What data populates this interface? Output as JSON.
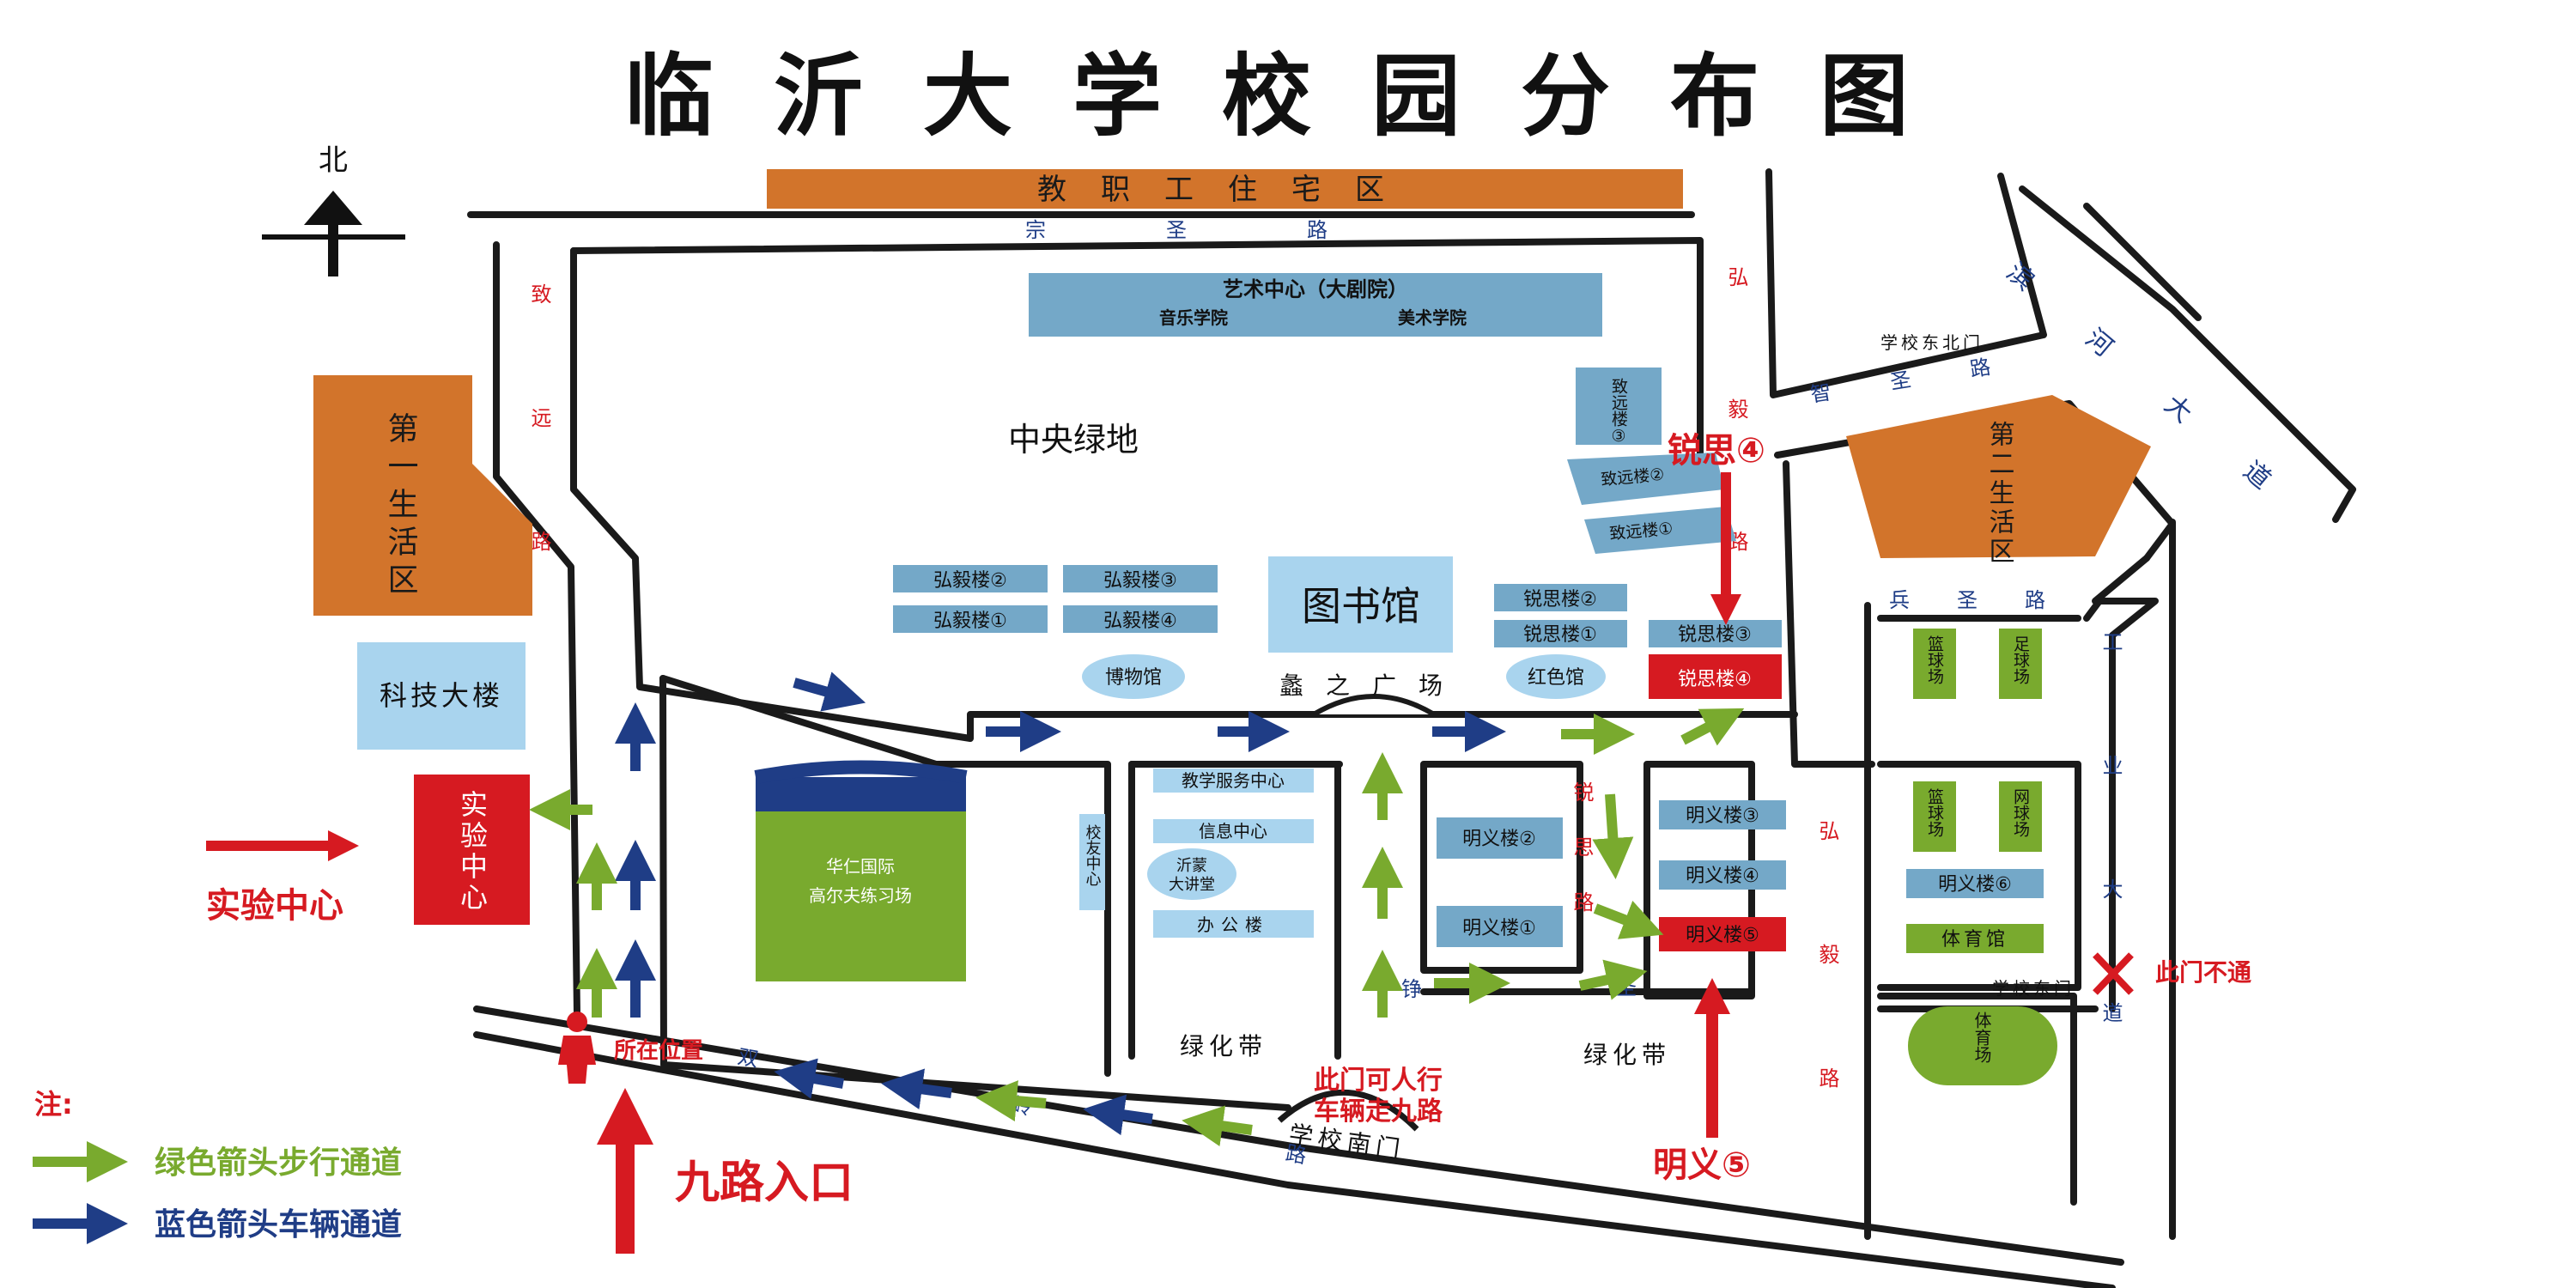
{
  "map": {
    "title": "临沂大学校园分布图",
    "north": "北",
    "colors": {
      "orange": "#d2742b",
      "light_blue": "#a9d4ee",
      "steel_blue": "#74a8c8",
      "red": "#d61a21",
      "green": "#79aa2e",
      "navy": "#1f3d86",
      "road_text": "#1f3d86",
      "red_text": "#d61a21"
    }
  },
  "areas": {
    "staff_housing": "教职工住宅区",
    "arts_center": "艺术中心（大剧院）",
    "music_school": "音乐学院",
    "art_school": "美术学院",
    "central_green": "中央绿地",
    "library": "图书馆",
    "museum": "博物馆",
    "red_hall": "红色馆",
    "plaza": "蠡之广场",
    "living1": "第一生活区",
    "living2": "第二生活区",
    "tech_building": "科技大楼",
    "lab_center": "实验中心",
    "golf": "华仁国际高尔夫练习场",
    "teaching_service": "教学服务中心",
    "info_center": "信息中心",
    "yimeng_hall": "沂蒙大讲堂",
    "office": "办公楼",
    "alumni": "校友中心",
    "green_belt": "绿化带",
    "gym": "体育馆",
    "stadium": "体育场",
    "basketball": "篮球场",
    "football": "足球场",
    "tennis": "网球场"
  },
  "buildings": {
    "hongyi": [
      "弘毅楼①",
      "弘毅楼②",
      "弘毅楼③",
      "弘毅楼④"
    ],
    "ruisi": [
      "锐思楼①",
      "锐思楼②",
      "锐思楼③",
      "锐思楼④"
    ],
    "zhiyuan": [
      "致远楼①",
      "致远楼②",
      "致远楼③"
    ],
    "mingyi": [
      "明义楼①",
      "明义楼②",
      "明义楼③",
      "明义楼④",
      "明义楼⑤",
      "明义楼⑥"
    ]
  },
  "roads": {
    "zongsheng": "宗圣路",
    "zhiyuan": "致远路",
    "hongyi": "弘毅路",
    "zhisheng": "智圣路",
    "bingsheng": "兵圣路",
    "gongye": "工业大道",
    "binhe": "滨河大道",
    "shuangling": "双岭路",
    "zheng": "铮",
    "ruisi": "锐思路",
    "sheng": "圣",
    "south_gate": "学校南门",
    "east_gate": "学校东门",
    "northeast_gate": "学校东北门"
  },
  "callouts": {
    "ruisi4": "锐思④",
    "mingyi5": "明义⑤",
    "lab": "实验中心",
    "position": "所在位置",
    "entrance": "九路入口",
    "south_gate_note_1": "此门可人行",
    "south_gate_note_2": "车辆走九路",
    "east_gate_note": "此门不通"
  },
  "legend": {
    "title": "注:",
    "green": "绿色箭头步行通道",
    "blue": "蓝色箭头车辆通道"
  }
}
